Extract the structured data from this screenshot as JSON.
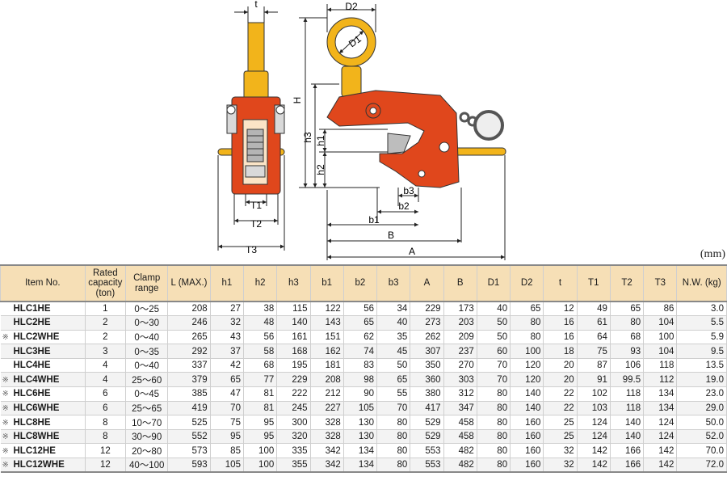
{
  "unit": "(mm)",
  "labels": {
    "t": "t",
    "D2": "D2",
    "D1": "D1",
    "H": "H",
    "h3": "h3",
    "h1": "h1",
    "h2": "h2",
    "b3": "b3",
    "b2": "b2",
    "b1": "b1",
    "B": "B",
    "A": "A",
    "T1": "T1",
    "T2": "T2",
    "T3": "T3"
  },
  "headers": [
    "Item No.",
    "Rated capacity (ton)",
    "Clamp range",
    "L (MAX.)",
    "h1",
    "h2",
    "h3",
    "b1",
    "b2",
    "b3",
    "A",
    "B",
    "D1",
    "D2",
    "t",
    "T1",
    "T2",
    "T3",
    "N.W. (kg)"
  ],
  "rows": [
    [
      "",
      "HLC1HE",
      "1",
      "0～25",
      "208",
      "27",
      "38",
      "115",
      "122",
      "56",
      "34",
      "229",
      "173",
      "40",
      "65",
      "12",
      "49",
      "65",
      "86",
      "3.0"
    ],
    [
      "",
      "HLC2HE",
      "2",
      "0～30",
      "246",
      "32",
      "48",
      "140",
      "143",
      "65",
      "40",
      "273",
      "203",
      "50",
      "80",
      "16",
      "61",
      "80",
      "104",
      "5.5"
    ],
    [
      "※",
      "HLC2WHE",
      "2",
      "0～40",
      "265",
      "43",
      "56",
      "161",
      "151",
      "62",
      "35",
      "262",
      "209",
      "50",
      "80",
      "16",
      "64",
      "68",
      "100",
      "5.9"
    ],
    [
      "",
      "HLC3HE",
      "3",
      "0～35",
      "292",
      "37",
      "58",
      "168",
      "162",
      "74",
      "45",
      "307",
      "237",
      "60",
      "100",
      "18",
      "75",
      "93",
      "104",
      "9.5"
    ],
    [
      "",
      "HLC4HE",
      "4",
      "0～40",
      "337",
      "42",
      "68",
      "195",
      "181",
      "83",
      "50",
      "350",
      "270",
      "70",
      "120",
      "20",
      "87",
      "106",
      "118",
      "13.5"
    ],
    [
      "※",
      "HLC4WHE",
      "4",
      "25～60",
      "379",
      "65",
      "77",
      "229",
      "208",
      "98",
      "65",
      "360",
      "303",
      "70",
      "120",
      "20",
      "91",
      "99.5",
      "112",
      "19.0"
    ],
    [
      "※",
      "HLC6HE",
      "6",
      "0～45",
      "385",
      "47",
      "81",
      "222",
      "212",
      "90",
      "55",
      "380",
      "312",
      "80",
      "140",
      "22",
      "102",
      "118",
      "134",
      "23.0"
    ],
    [
      "※",
      "HLC6WHE",
      "6",
      "25～65",
      "419",
      "70",
      "81",
      "245",
      "227",
      "105",
      "70",
      "417",
      "347",
      "80",
      "140",
      "22",
      "103",
      "118",
      "134",
      "29.0"
    ],
    [
      "※",
      "HLC8HE",
      "8",
      "10～70",
      "525",
      "75",
      "95",
      "300",
      "328",
      "130",
      "80",
      "529",
      "458",
      "80",
      "160",
      "25",
      "124",
      "140",
      "124",
      "50.0"
    ],
    [
      "※",
      "HLC8WHE",
      "8",
      "30～90",
      "552",
      "95",
      "95",
      "320",
      "328",
      "130",
      "80",
      "529",
      "458",
      "80",
      "160",
      "25",
      "124",
      "140",
      "124",
      "52.0"
    ],
    [
      "※",
      "HLC12HE",
      "12",
      "20～80",
      "573",
      "85",
      "100",
      "335",
      "342",
      "134",
      "80",
      "553",
      "482",
      "80",
      "160",
      "32",
      "142",
      "166",
      "142",
      "70.0"
    ],
    [
      "※",
      "HLC12WHE",
      "12",
      "40～100",
      "593",
      "105",
      "100",
      "355",
      "342",
      "134",
      "80",
      "553",
      "482",
      "80",
      "160",
      "32",
      "142",
      "166",
      "142",
      "72.0"
    ]
  ],
  "colors": {
    "body_red": "#e0471c",
    "yellow": "#f2b41b",
    "header_bg": "#f6dfb6"
  }
}
